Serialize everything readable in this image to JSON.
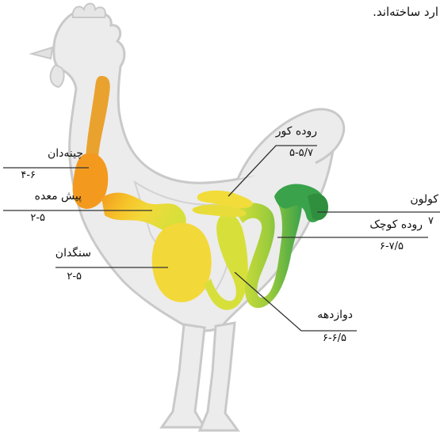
{
  "header": {
    "text": "ارد ساخته‌اند."
  },
  "colors": {
    "rooster_fill": "#ececec",
    "rooster_stroke": "#c9c9c9",
    "crop": "#f39a1e",
    "esophagus_top": "#e8a22a",
    "proventriculus": "#f6c52a",
    "gizzard": "#f3d83a",
    "duodenum": "#d7e03a",
    "small_intestine": "#9ccc3c",
    "ceca": "#f2dc3a",
    "colon": "#3aa24a",
    "leader": "#333333"
  },
  "labels": {
    "crop": {
      "name": "چینه‌دان",
      "value": "۴-۶"
    },
    "proventriculus": {
      "name": "پیش معده",
      "value": "۲-۵"
    },
    "gizzard": {
      "name": "سنگدان",
      "value": "۲-۵"
    },
    "ceca": {
      "name": "روده‌ کور",
      "value": "۵-۵/۷"
    },
    "colon": {
      "name": "کولون",
      "value": "۷"
    },
    "small_intestine": {
      "name": "روده‌ کوچک",
      "value": "۶-۷/۵"
    },
    "duodenum": {
      "name": "دوازدهه",
      "value": "۶-۶/۵"
    }
  }
}
